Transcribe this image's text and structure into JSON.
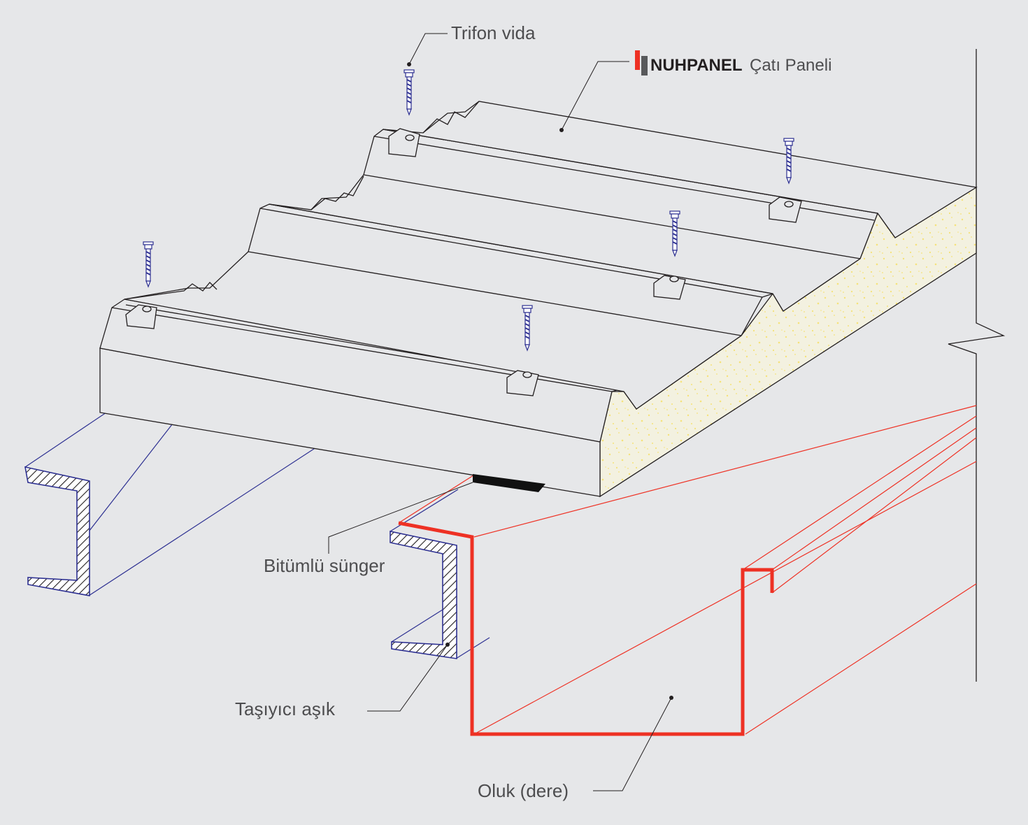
{
  "labels": {
    "screw": "Trifon vida",
    "brand": "NUHPANEL",
    "panel": "Çatı Paneli",
    "foam": "Bitümlü sünger",
    "purlin": "Taşıyıcı aşık",
    "gutter": "Oluk (dere)"
  },
  "colors": {
    "background": "#e6e7e9",
    "panel_outline": "#231f20",
    "purlin": "#2e3192",
    "gutter": "#ee3124",
    "foam_core": "#f3f1e0",
    "foam_dots": "#f7e88a",
    "screw": "#2e3192",
    "brand_red": "#ee3124",
    "brand_dark": "#58595b",
    "label_text": "#4d4d4f"
  }
}
